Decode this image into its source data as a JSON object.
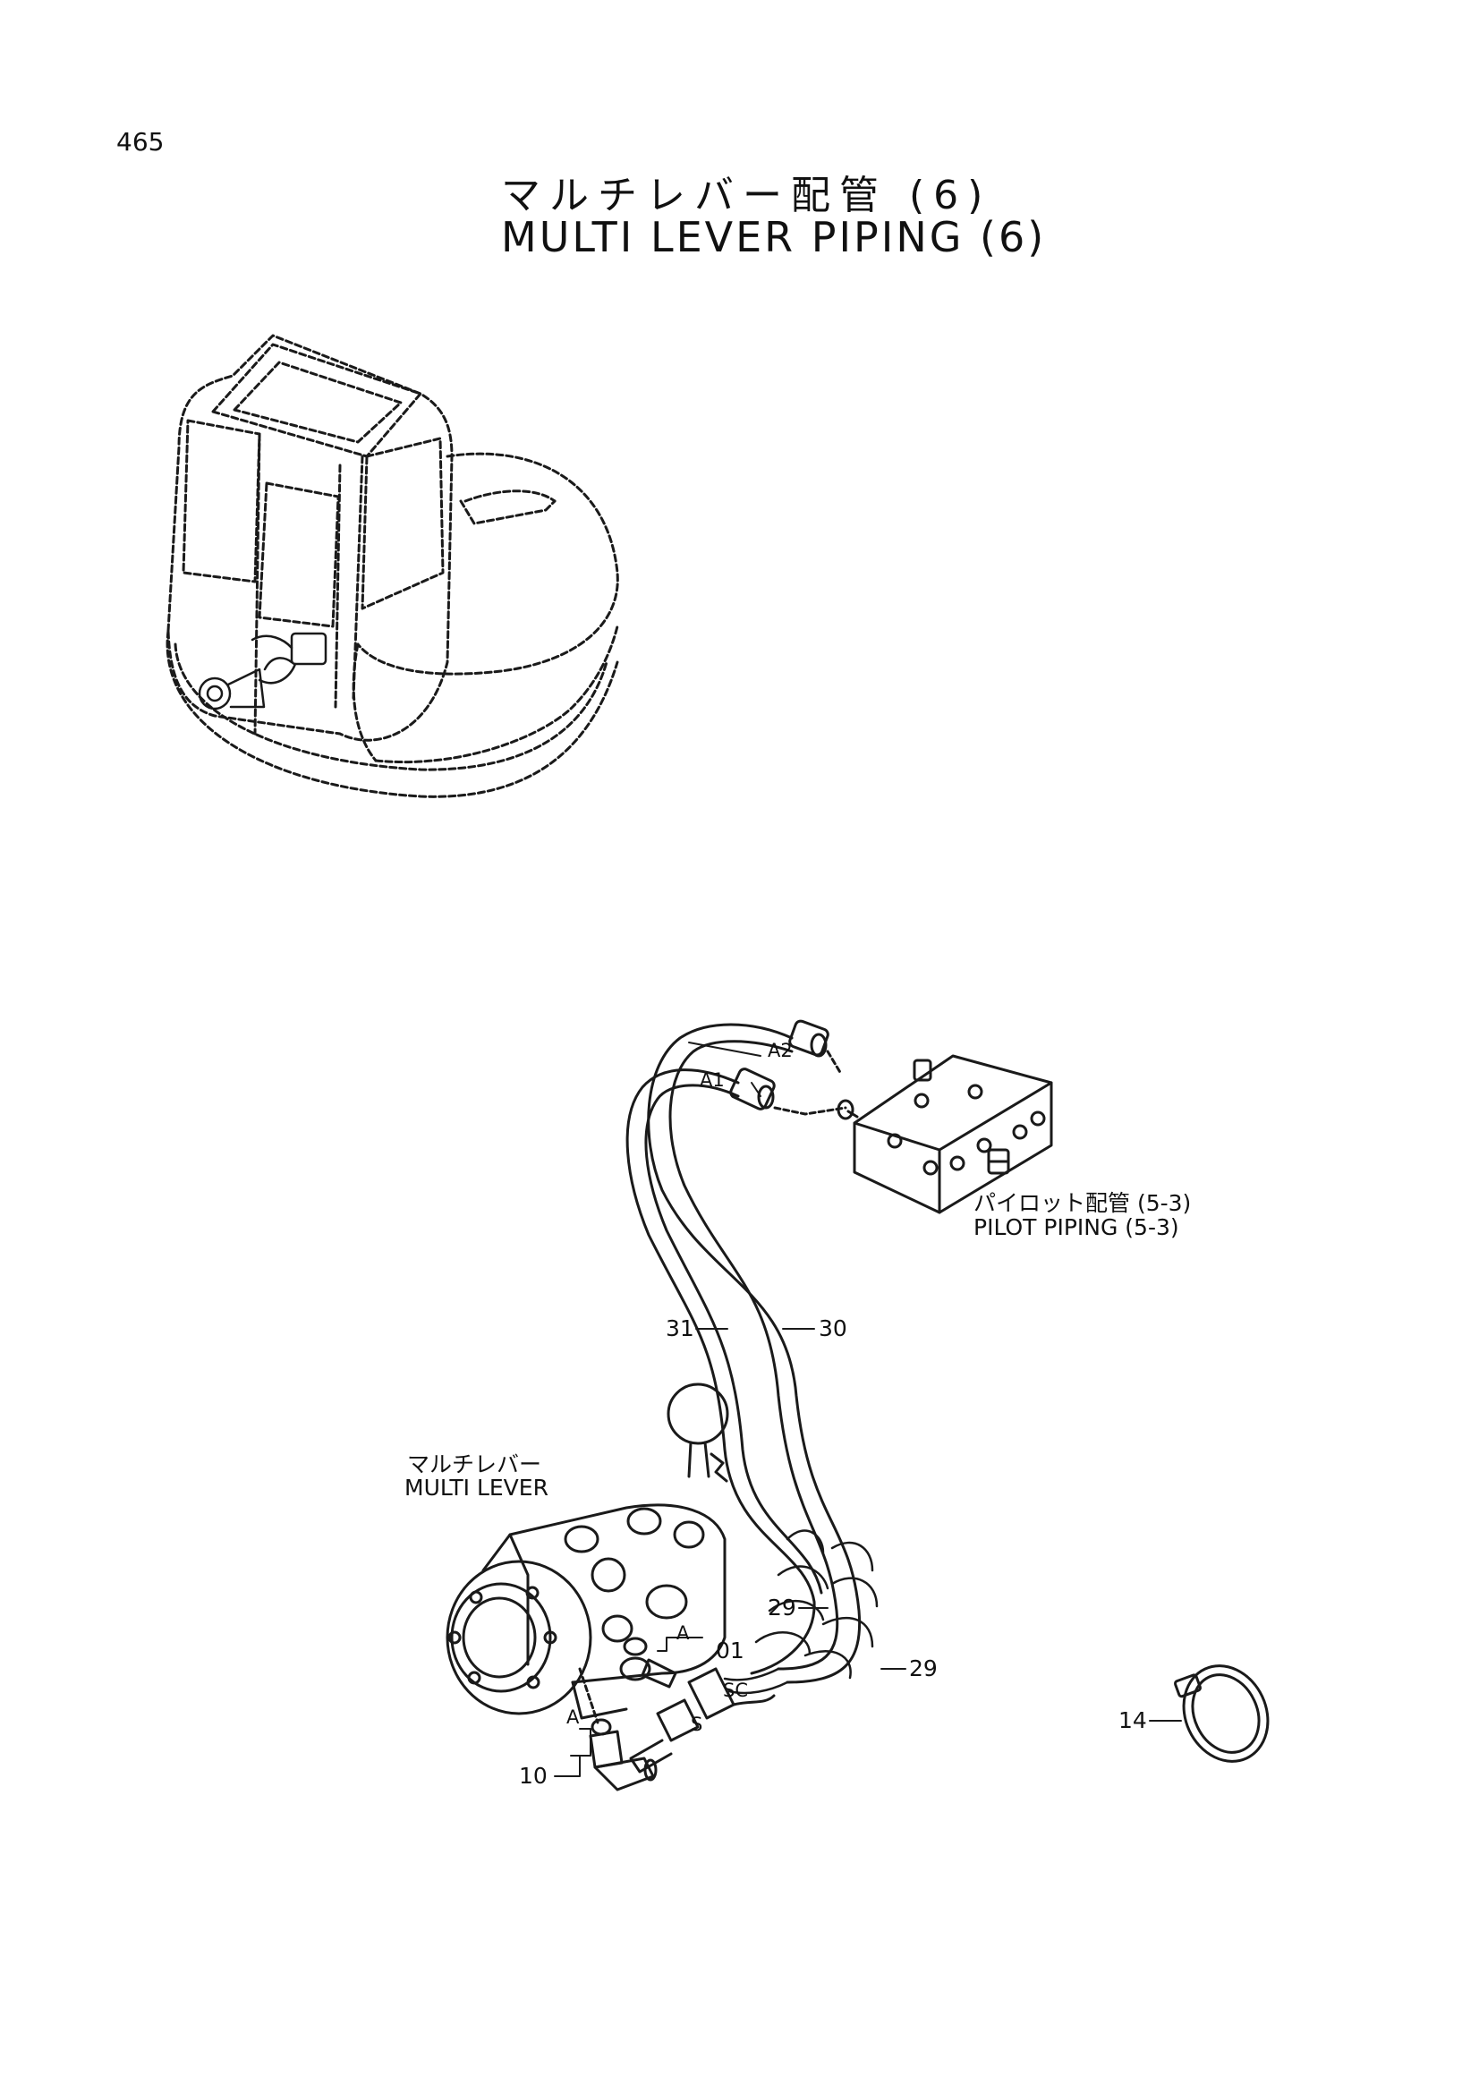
{
  "page": {
    "number": "465",
    "title_jp": "マルチレバー配管 (6)",
    "title_en": "MULTI LEVER PIPING (6)"
  },
  "labels": {
    "pilot_piping_jp": "パイロット配管 (5-3)",
    "pilot_piping_en": "PILOT PIPING (5-3)",
    "multi_lever_jp": "マルチレバー",
    "multi_lever_en": "MULTI LEVER",
    "conn_a1": "A1",
    "conn_a2": "A2",
    "conn_a_upper": "A",
    "conn_a_lower": "A",
    "conn_s": "S",
    "conn_sc": "SC"
  },
  "callouts": {
    "p31": "31",
    "p30": "30",
    "p29_left": "29",
    "p29_right": "29",
    "p01": "01",
    "p10": "10",
    "p14": "14"
  }
}
